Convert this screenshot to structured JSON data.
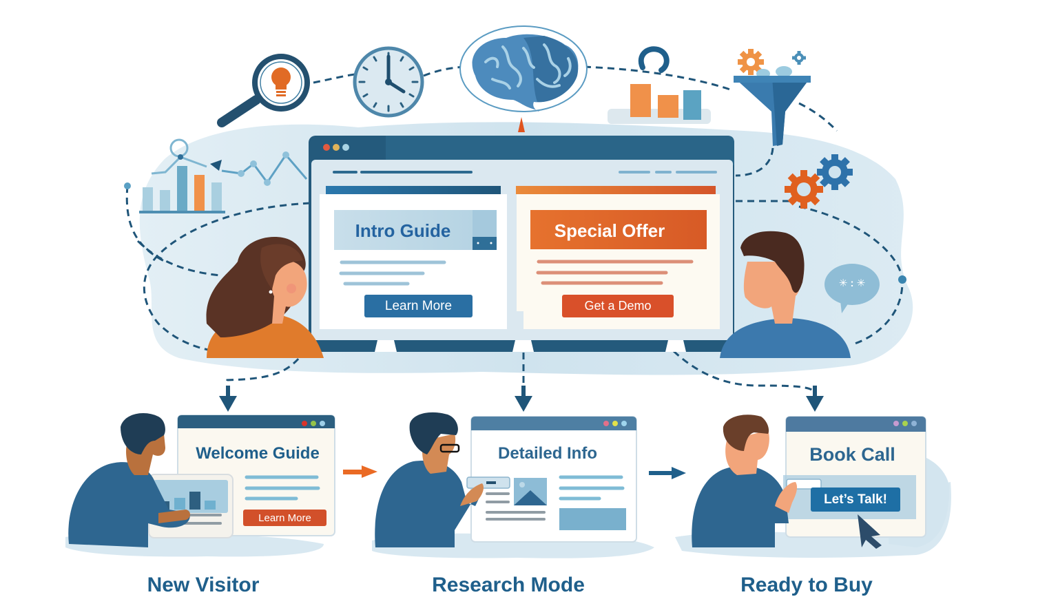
{
  "main_screen": {
    "window_dots": [
      "#e25a3f",
      "#e0b35a",
      "#a9d3e4"
    ],
    "left_panel": {
      "title": "Intro Guide",
      "button_label": "Learn More",
      "accent": "#2672a6"
    },
    "right_panel": {
      "title": "Special Offer",
      "button_label": "Get a Demo",
      "accent": "#e3682a"
    }
  },
  "top_icons": [
    {
      "name": "magnifier-lightbulb-icon"
    },
    {
      "name": "clock-icon",
      "time": "4:00"
    },
    {
      "name": "brain-icon"
    },
    {
      "name": "bar-chart-icon"
    },
    {
      "name": "funnel-icon"
    },
    {
      "name": "gears-icon"
    },
    {
      "name": "line-chart-icon"
    },
    {
      "name": "speech-bubble-icon",
      "text": "✳ : ✳"
    }
  ],
  "stages": [
    {
      "label": "New Visitor",
      "window_title": "Welcome Guide",
      "button_label": "Learn More",
      "button_color": "#d2502a"
    },
    {
      "label": "Research Mode",
      "window_title": "Detailed Info"
    },
    {
      "label": "Ready to Buy",
      "window_title": "Book Call",
      "button_label": "Let’s Talk!",
      "button_color": "#1e6fa5"
    }
  ],
  "colors": {
    "navy": "#1f4e6e",
    "blue": "#2a6f9e",
    "light_blue": "#d6e8f1",
    "orange": "#e3682a",
    "label": "#1f5f8b"
  }
}
